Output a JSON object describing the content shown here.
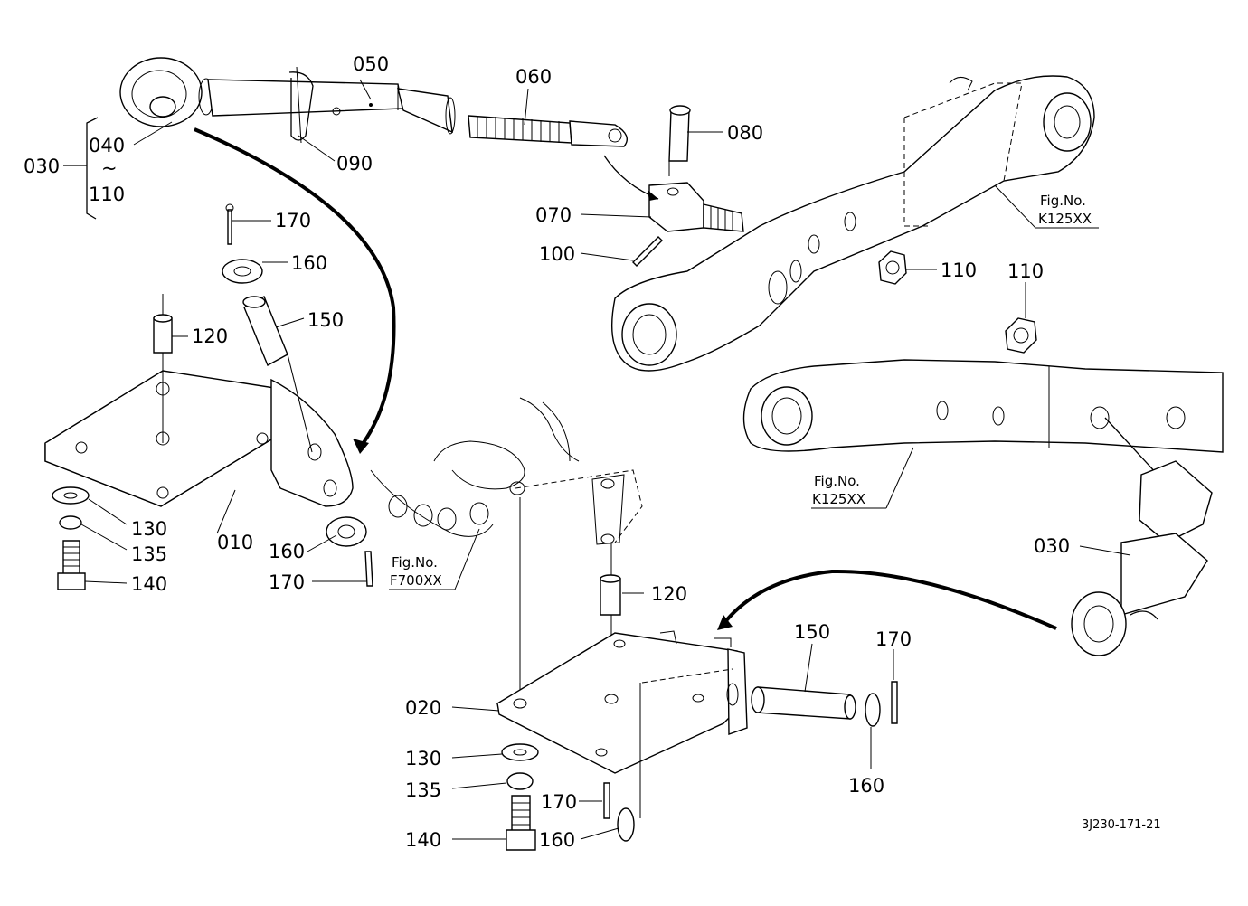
{
  "labels": {
    "p050": "050",
    "p060": "060",
    "p080": "080",
    "p030_top": "030",
    "p040": "040",
    "tilde": "~",
    "p110_range": "110",
    "p090": "090",
    "p070": "070",
    "p100": "100",
    "p110_a": "110",
    "p110_b": "110",
    "p170_a": "170",
    "p160_a": "160",
    "p150_a": "150",
    "p120_a": "120",
    "p130_a": "130",
    "p135_a": "135",
    "p140_a": "140",
    "p010": "010",
    "p160_b": "160",
    "p170_b": "170",
    "p030_right": "030",
    "p120_b": "120",
    "p150_b": "150",
    "p170_c": "170",
    "p020": "020",
    "p160_c": "160",
    "p130_b": "130",
    "p135_b": "135",
    "p170_d": "170",
    "p140_b": "140",
    "p160_d": "160"
  },
  "figrefs": {
    "fig_a_title": "Fig.No.",
    "fig_a_code": "K125XX",
    "fig_b_title": "Fig.No.",
    "fig_b_code": "K125XX",
    "fig_c_title": "Fig.No.",
    "fig_c_code": "F700XX"
  },
  "drawing_code": "3J230-171-21"
}
